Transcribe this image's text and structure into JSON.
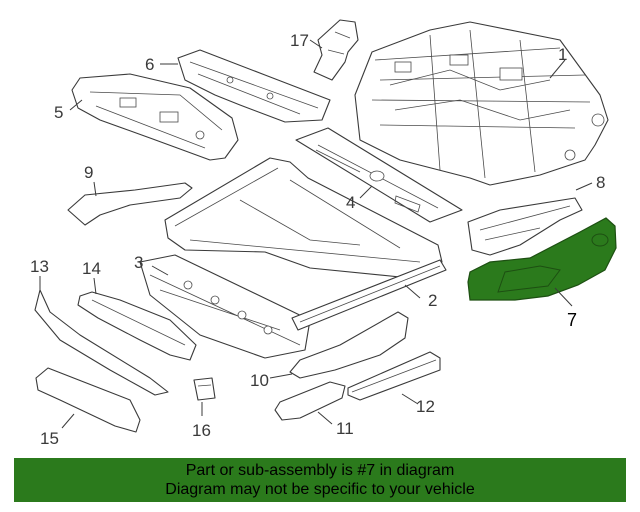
{
  "callouts": {
    "c1": "1",
    "c2": "2",
    "c3": "3",
    "c4": "4",
    "c5": "5",
    "c6": "6",
    "c7": "7",
    "c8": "8",
    "c9": "9",
    "c10": "10",
    "c11": "11",
    "c12": "12",
    "c13": "13",
    "c14": "14",
    "c15": "15",
    "c16": "16",
    "c17": "17"
  },
  "highlight_color": "#2b7a1c",
  "highlighted_part": "7",
  "banner": {
    "line1": "Part or sub-assembly is #7 in diagram",
    "line2": "Diagram may not be specific to your vehicle"
  }
}
